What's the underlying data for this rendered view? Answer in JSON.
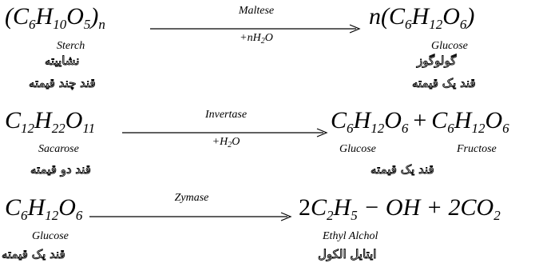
{
  "reaction1": {
    "reactant": {
      "open": "(",
      "c": "C",
      "c_sub": "6",
      "h": "H",
      "h_sub": "10",
      "o": "O",
      "o_sub": "5",
      "close": ")",
      "n_sub": "n"
    },
    "reactant_name": "Sterch",
    "reactant_persian_1": "نشاییته",
    "reactant_persian_2": "قند چند قیمته",
    "enzyme": "Maltese",
    "reagent": {
      "pre": "+nH",
      "sub": "2",
      "post": "O"
    },
    "product": {
      "n": "n",
      "open": "(",
      "c": "C",
      "c_sub": "6",
      "h": "H",
      "h_sub": "12",
      "o": "O",
      "o_sub": "6",
      "close": ")"
    },
    "product_name": "Glucose",
    "product_persian_1": "گولوگوز",
    "product_persian_2": "قند یک قیمته"
  },
  "reaction2": {
    "reactant": {
      "c": "C",
      "c_sub": "12",
      "h": "H",
      "h_sub": "22",
      "o": "O",
      "o_sub": "11"
    },
    "reactant_name": "Sacarose",
    "reactant_persian": "قند دو قیمته",
    "enzyme": "Invertase",
    "reagent": {
      "pre": "+H",
      "sub": "2",
      "post": "O"
    },
    "product1": {
      "c": "C",
      "c_sub": "6",
      "h": "H",
      "h_sub": "12",
      "o": "O",
      "o_sub": "6"
    },
    "plus": "+",
    "product2": {
      "c": "C",
      "c_sub": "6",
      "h": "H",
      "h_sub": "12",
      "o": "O",
      "o_sub": "6"
    },
    "product1_name": "Glucose",
    "product2_name": "Fructose",
    "products_persian": "قند یک قیمته"
  },
  "reaction3": {
    "reactant": {
      "c": "C",
      "c_sub": "6",
      "h": "H",
      "h_sub": "12",
      "o": "O",
      "o_sub": "6"
    },
    "reactant_name": "Glucose",
    "reactant_persian": "قند یک قیمته",
    "enzyme": "Zymase",
    "product": {
      "coef1": "2",
      "c": "C",
      "c_sub": "2",
      "h": "H",
      "h_sub": "5",
      "rest": " − OH + 2CO",
      "o_sub": "2"
    },
    "product_name": "Ethyl Alchol",
    "product_persian": "ایتایل الکول"
  },
  "colors": {
    "ink": "#000000",
    "background": "#ffffff"
  }
}
